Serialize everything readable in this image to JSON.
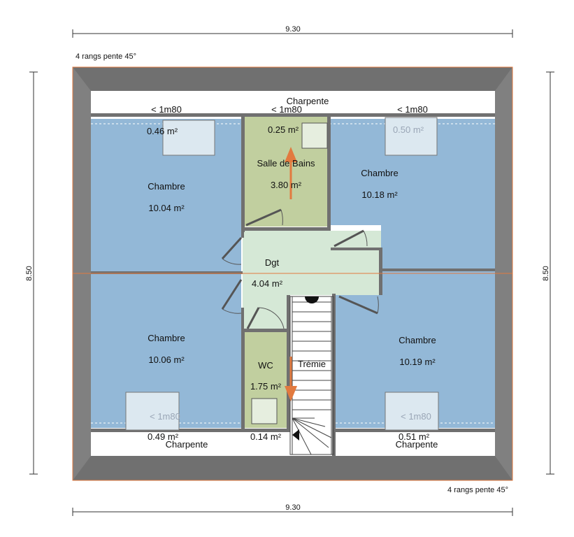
{
  "dimensions": {
    "top": "9.30",
    "bottom": "9.30",
    "left": "8.50",
    "right": "8.50"
  },
  "roof_notes": {
    "top_left": "4 rangs pente 45°",
    "bottom_right": "4 rangs pente 45°"
  },
  "structure": {
    "charpente_top": "Charpente",
    "charpente_bottom_left": "Charpente",
    "charpente_bottom_right": "Charpente"
  },
  "rooms": {
    "chambre_nw": {
      "name": "Chambre",
      "area": "10.04 m²",
      "low_label": "< 1m80",
      "low_area": "0.46 m²"
    },
    "chambre_ne": {
      "name": "Chambre",
      "area": "10.18 m²",
      "low_label": "< 1m80",
      "low_area": "0.50 m²"
    },
    "chambre_sw": {
      "name": "Chambre",
      "area": "10.06 m²",
      "low_label": "< 1m80",
      "low_area": "0.49 m²"
    },
    "chambre_se": {
      "name": "Chambre",
      "area": "10.19 m²",
      "low_label": "< 1m80",
      "low_area": "0.51 m²"
    },
    "salle_de_bains": {
      "name": "Salle de Bains",
      "area": "3.80 m²",
      "low_label": "< 1m80",
      "low_area": "0.25 m²"
    },
    "dgt": {
      "name": "Dgt",
      "area": "4.04 m²"
    },
    "wc": {
      "name": "WC",
      "area": "1.75 m²",
      "low_area": "0.14 m²"
    },
    "tremie": {
      "name": "Trémie"
    }
  },
  "colors": {
    "bedroom": "#93b8d7",
    "bathroom": "#c1cf9f",
    "hall": "#d5e8d6",
    "wall": "#707070",
    "outline": "#e27a3f"
  }
}
